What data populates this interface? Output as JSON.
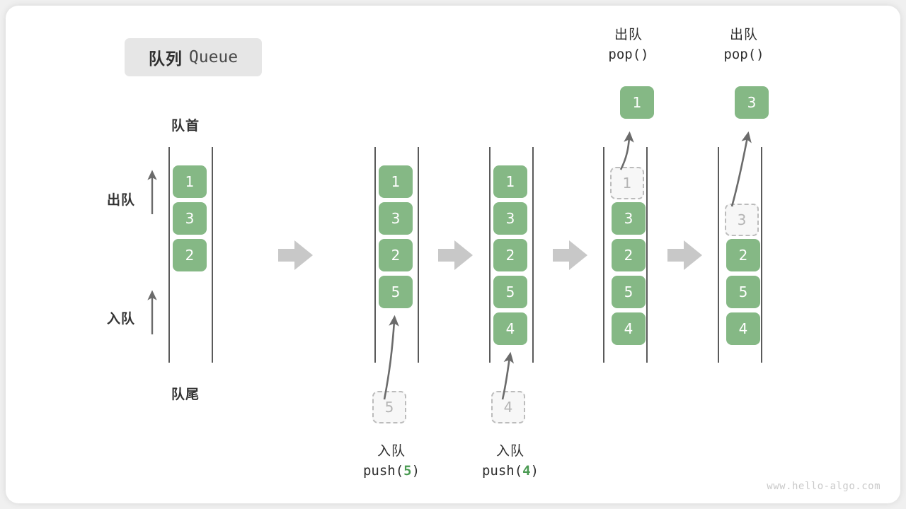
{
  "title": {
    "cn": "队列",
    "en": "Queue"
  },
  "labels": {
    "head": "队首",
    "tail": "队尾",
    "dequeue": "出队",
    "enqueue": "入队"
  },
  "watermark": "www.hello-algo.com",
  "colors": {
    "element": "#85b885",
    "ghost_border": "#bcbcbc",
    "ghost_text": "#b4b4b4",
    "rail": "#5a5a5a",
    "arrow": "#6b6b6b",
    "step_arrow": "#c8c8c8",
    "accent_value": "#4a9a52",
    "card": "#ffffff",
    "page": "#f0f0f0"
  },
  "columns": [
    {
      "id": "initial",
      "elements": [
        "1",
        "3",
        "2"
      ],
      "ghost": null,
      "result": null,
      "caption": null
    },
    {
      "id": "after-push-5",
      "elements": [
        "1",
        "3",
        "2",
        "5"
      ],
      "ghost": {
        "value": "5",
        "position": "below"
      },
      "result": null,
      "caption": {
        "cn": "入队",
        "code_prefix": "push(",
        "code_value": "5",
        "code_suffix": ")"
      }
    },
    {
      "id": "after-push-4",
      "elements": [
        "1",
        "3",
        "2",
        "5",
        "4"
      ],
      "ghost": {
        "value": "4",
        "position": "below"
      },
      "result": null,
      "caption": {
        "cn": "入队",
        "code_prefix": "push(",
        "code_value": "4",
        "code_suffix": ")"
      }
    },
    {
      "id": "after-pop-1",
      "elements": [
        "3",
        "2",
        "5",
        "4"
      ],
      "ghost": {
        "value": "1",
        "position": "top-slot"
      },
      "result": {
        "value": "1",
        "cn": "出队",
        "code": "pop()"
      },
      "caption": null
    },
    {
      "id": "after-pop-3",
      "elements": [
        "2",
        "5",
        "4"
      ],
      "ghost": {
        "value": "3",
        "position": "top-slot"
      },
      "result": {
        "value": "3",
        "cn": "出队",
        "code": "pop()"
      },
      "caption": null
    }
  ],
  "step_arrows": 4
}
